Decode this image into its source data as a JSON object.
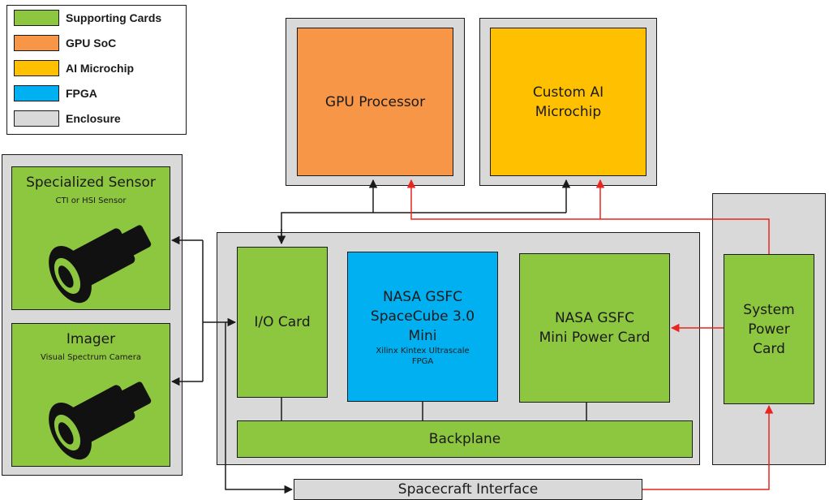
{
  "legend": {
    "items": [
      {
        "label": "Supporting Cards",
        "color": "#8dc63f"
      },
      {
        "label": "GPU SoC",
        "color": "#f79646"
      },
      {
        "label": "AI Microchip",
        "color": "#ffc000"
      },
      {
        "label": "FPGA",
        "color": "#00b0f0"
      },
      {
        "label": "Enclosure",
        "color": "#d9d9d9"
      }
    ]
  },
  "sensors": {
    "specialized": {
      "title": "Specialized Sensor",
      "subtitle": "CTI or HSI Sensor"
    },
    "imager": {
      "title": "Imager",
      "subtitle": "Visual Spectrum Camera"
    }
  },
  "processors": {
    "gpu": {
      "label": "GPU Processor"
    },
    "ai": {
      "line1": "Custom AI",
      "line2": "Microchip"
    }
  },
  "main": {
    "io_card": "I/O Card",
    "spacecube": {
      "line1": "NASA GSFC",
      "line2": "SpaceCube 3.0",
      "line3": "Mini",
      "sub1": "Xilinx Kintex Ultrascale",
      "sub2": "FPGA"
    },
    "power_card": {
      "line1": "NASA GSFC",
      "line2": "Mini Power Card"
    },
    "backplane": "Backplane"
  },
  "system_power": {
    "line1": "System",
    "line2": "Power",
    "line3": "Card"
  },
  "spacecraft_interface": "Spacecraft Interface",
  "colors": {
    "wire_black": "#1a1a1a",
    "wire_red": "#e8251f"
  }
}
